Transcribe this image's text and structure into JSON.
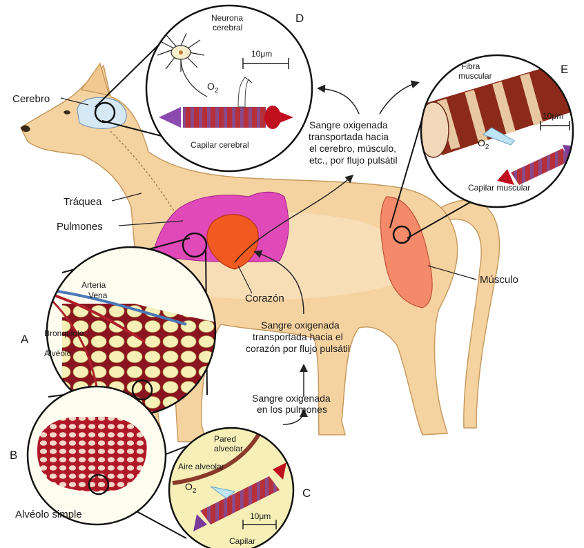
{
  "labels": {
    "cerebro": "Cerebro",
    "traquea": "Tráquea",
    "pulmones": "Pulmones",
    "corazon": "Corazón",
    "musculo": "Músculo",
    "alveolo_simple": "Alvéolo simple"
  },
  "panel_letters": {
    "a": "A",
    "b": "B",
    "c": "C",
    "d": "D",
    "e": "E"
  },
  "panel_a": {
    "arteria": "Arteria",
    "vena": "Vena",
    "bronquiolo": "Bronquiolo",
    "alveolo": "Alvéolo"
  },
  "panel_c": {
    "pared_line1": "Pared",
    "pared_line2": "alveolar",
    "aire_alveolar": "Aire alveolar",
    "o2": "O",
    "o2_sub": "2",
    "scale": "10μm",
    "capilar": "Capilar"
  },
  "panel_d": {
    "neurona_line1": "Neurona",
    "neurona_line2": "cerebral",
    "scale": "10μm",
    "o2": "O",
    "o2_sub": "2",
    "capilar_cerebral": "Capilar cerebral"
  },
  "panel_e": {
    "fibra_line1": "Fibra",
    "fibra_line2": "muscular",
    "scale": "10μm",
    "o2": "O",
    "o2_sub": "2",
    "capilar_muscular": "Capilar muscular"
  },
  "captions": {
    "pulmones_line1": "Sangre oxigenada",
    "pulmones_line2": "en los pulmones",
    "corazon_line1": "Sangre oxigenada",
    "corazon_line2": "transportada hacia el",
    "corazon_line3": "corazón por flujo pulsátil",
    "cerebro_line1": "Sangre oxigenada",
    "cerebro_line2": "transportada hacia",
    "cerebro_line3": "el cerebro, músculo,",
    "cerebro_line4": "etc., por flujo pulsátil"
  }
}
